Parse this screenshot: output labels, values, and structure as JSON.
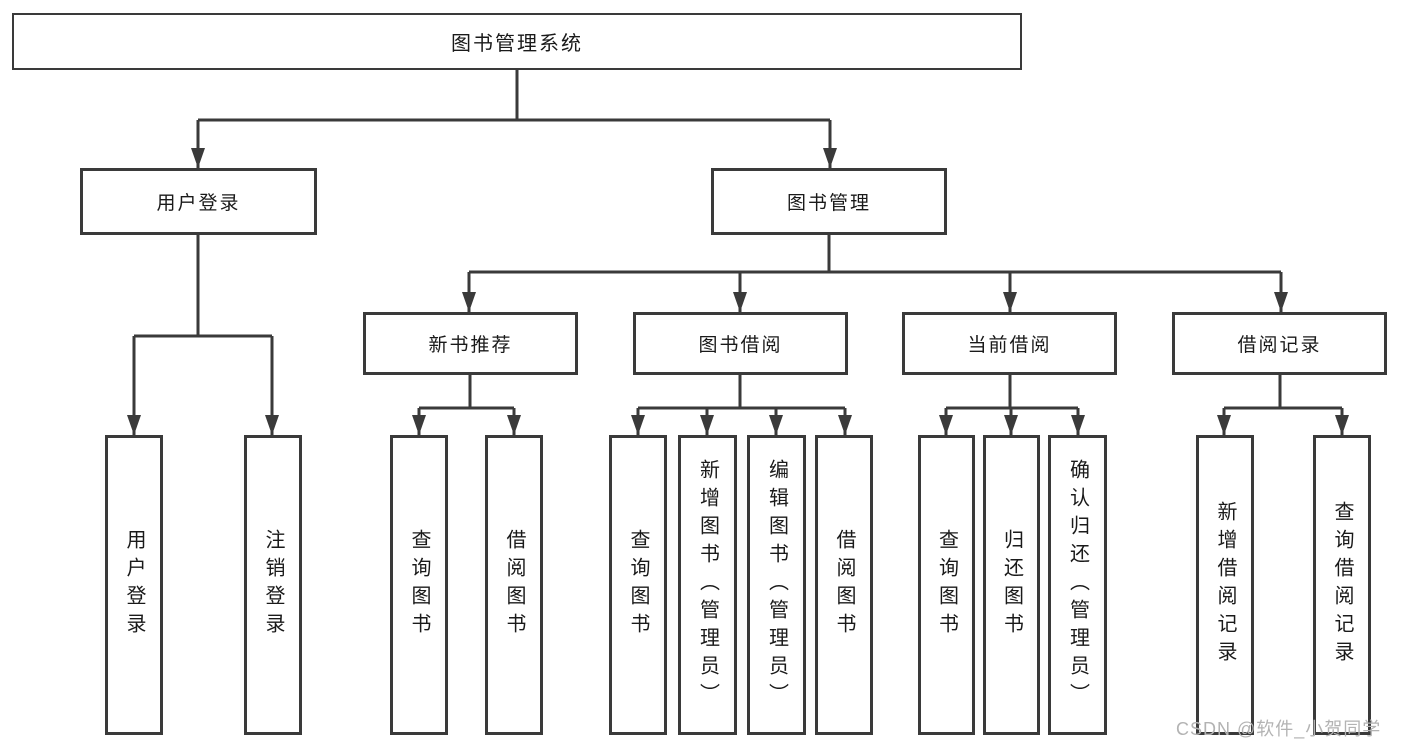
{
  "diagram": {
    "root": {
      "label": "图书管理系统"
    },
    "branches": [
      {
        "label": "用户登录",
        "children": [
          {
            "label": "用户登录"
          },
          {
            "label": "注销登录"
          }
        ]
      },
      {
        "label": "图书管理",
        "sections": [
          {
            "label": "新书推荐",
            "children": [
              {
                "label": "查询图书"
              },
              {
                "label": "借阅图书"
              }
            ]
          },
          {
            "label": "图书借阅",
            "children": [
              {
                "label": "查询图书"
              },
              {
                "label": "新增图书（管理员）"
              },
              {
                "label": "编辑图书（管理员）"
              },
              {
                "label": "借阅图书"
              }
            ]
          },
          {
            "label": "当前借阅",
            "children": [
              {
                "label": "查询图书"
              },
              {
                "label": "归还图书"
              },
              {
                "label": "确认归还（管理员）"
              }
            ]
          },
          {
            "label": "借阅记录",
            "children": [
              {
                "label": "新增借阅记录"
              },
              {
                "label": "查询借阅记录"
              }
            ]
          }
        ]
      }
    ],
    "watermark": "CSDN @软件_小贺同学",
    "colors": {
      "line": "#3a3a3a",
      "box_border": "#3a3a3a",
      "text": "#1a1a1a",
      "watermark": "#b3b3b3",
      "background": "#ffffff"
    }
  }
}
